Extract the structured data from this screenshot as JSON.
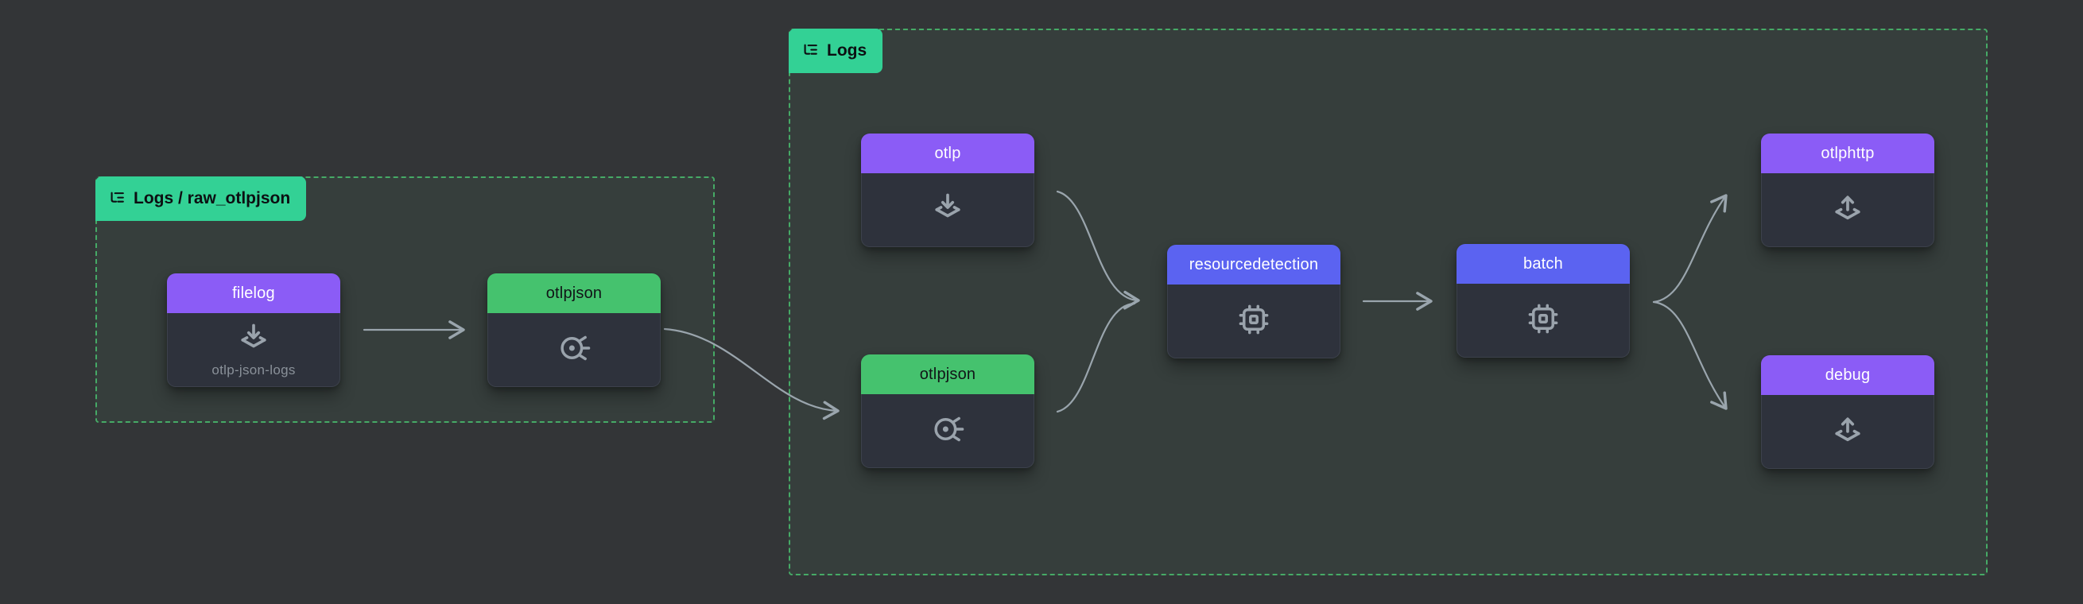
{
  "app": "otel-collector-pipeline-visualizer",
  "groups": [
    {
      "id": "logs-raw_otlpjson",
      "label": "Logs / raw_otlpjson",
      "icon": "list-tree-icon"
    },
    {
      "id": "logs",
      "label": "Logs",
      "icon": "list-tree-icon"
    }
  ],
  "nodes": [
    {
      "id": "filelog",
      "title": "filelog",
      "type": "receiver",
      "icon": "receiver-icon",
      "subtitle": "otlp-json-logs"
    },
    {
      "id": "otlpjson-raw",
      "title": "otlpjson",
      "type": "connector",
      "icon": "connector-icon"
    },
    {
      "id": "otlp",
      "title": "otlp",
      "type": "receiver",
      "icon": "receiver-icon"
    },
    {
      "id": "otlpjson",
      "title": "otlpjson",
      "type": "connector",
      "icon": "connector-icon"
    },
    {
      "id": "resourcedetection",
      "title": "resourcedetection",
      "type": "processor",
      "icon": "processor-icon"
    },
    {
      "id": "batch",
      "title": "batch",
      "type": "processor",
      "icon": "processor-icon"
    },
    {
      "id": "otlphttp",
      "title": "otlphttp",
      "type": "exporter",
      "icon": "exporter-icon"
    },
    {
      "id": "debug",
      "title": "debug",
      "type": "exporter",
      "icon": "exporter-icon"
    }
  ],
  "edges": [
    {
      "from": "filelog",
      "to": "otlpjson-raw"
    },
    {
      "from": "otlpjson-raw",
      "to": "otlpjson"
    },
    {
      "from": "otlp",
      "to": "resourcedetection"
    },
    {
      "from": "otlpjson",
      "to": "resourcedetection"
    },
    {
      "from": "resourcedetection",
      "to": "batch"
    },
    {
      "from": "batch",
      "to": "otlphttp"
    },
    {
      "from": "batch",
      "to": "debug"
    }
  ],
  "colors": {
    "background": "#333537",
    "group_tint": "rgba(94,190,125,0.07)",
    "group_border": "#46aa66",
    "badge_green": "#33d195",
    "receiver_purple": "#8b5cf6",
    "exporter_purple": "#8b5cf6",
    "connector_green": "#45c26e",
    "processor_indigo": "#5b63f1",
    "node_body": "#2e323c",
    "edge_gray": "#9aa5ad",
    "subtitle_gray": "#8a9199"
  }
}
